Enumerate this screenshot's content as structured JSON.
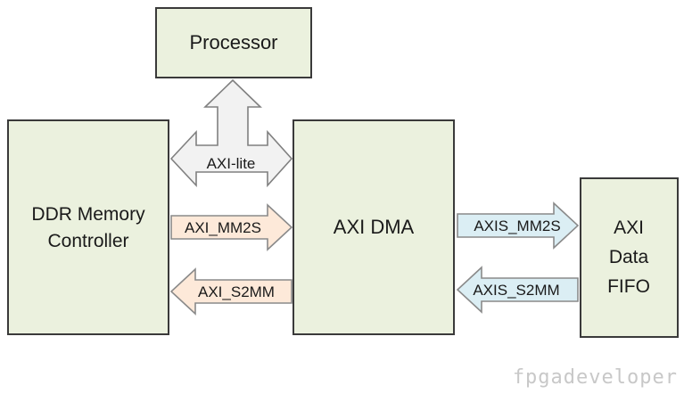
{
  "blocks": {
    "processor": "Processor",
    "ddr_line1": "DDR Memory",
    "ddr_line2": "Controller",
    "axi_dma": "AXI DMA",
    "fifo_line1": "AXI",
    "fifo_line2": "Data",
    "fifo_line3": "FIFO"
  },
  "links": {
    "axi_lite": "AXI-lite",
    "axi_mm2s": "AXI_MM2S",
    "axi_s2mm": "AXI_S2MM",
    "axis_mm2s": "AXIS_MM2S",
    "axis_s2mm": "AXIS_S2MM"
  },
  "watermark": "fpgadeveloper"
}
